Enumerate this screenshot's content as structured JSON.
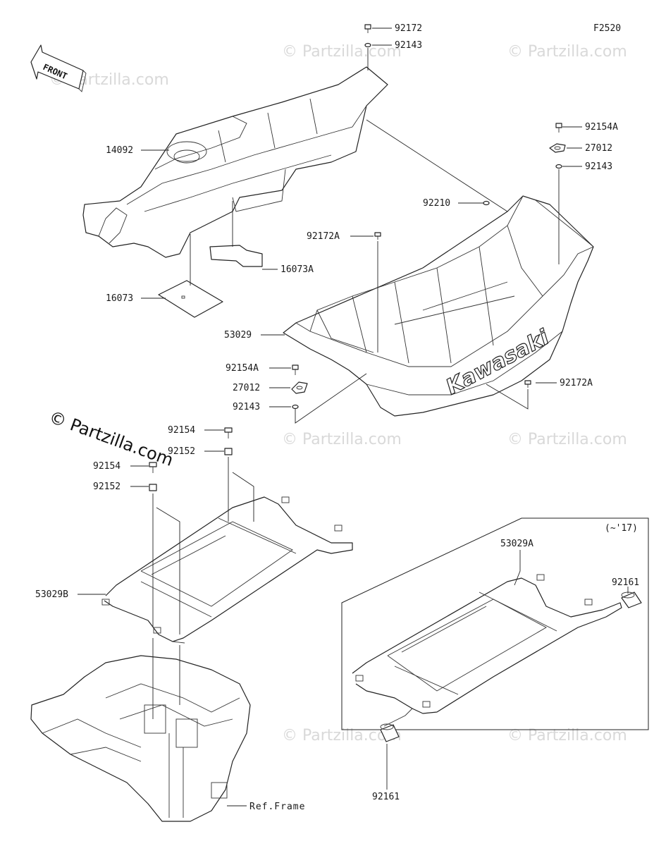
{
  "figure_code": "F2520",
  "front_label": "FRONT",
  "variant_note": "(~'17)",
  "copyright_watermark": "© Partzilla.com",
  "watermark_text": "© Partzilla.com",
  "brand_decal": "Kawasaki",
  "callouts": {
    "c_92172": "92172",
    "c_92143_top": "92143",
    "c_92154A_right": "92154A",
    "c_27012_right": "27012",
    "c_92143_right": "92143",
    "c_14092": "14092",
    "c_92210": "92210",
    "c_92172A_mid": "92172A",
    "c_16073A": "16073A",
    "c_16073": "16073",
    "c_53029": "53029",
    "c_92154A_left": "92154A",
    "c_27012_left": "27012",
    "c_92143_left": "92143",
    "c_92172A_right": "92172A",
    "c_92154_upper": "92154",
    "c_92152_upper": "92152",
    "c_92154_lower": "92154",
    "c_92152_lower": "92152",
    "c_53029A": "53029A",
    "c_92161_top": "92161",
    "c_53029B": "53029B",
    "c_92161_bottom": "92161",
    "c_ref_frame": "Ref.Frame"
  }
}
